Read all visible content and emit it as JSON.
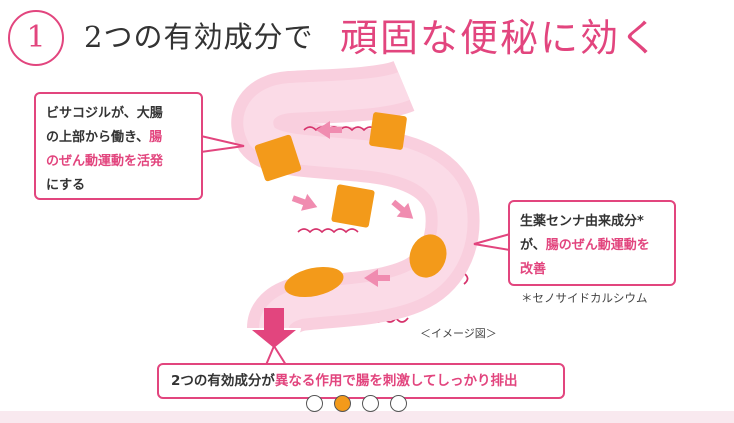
{
  "header": {
    "number": "1",
    "title_part1": "2つの有効成分で",
    "title_part2": "頑固な便秘に効く"
  },
  "callout_left": {
    "lines": [
      {
        "parts": [
          {
            "text": "ビサコジルが、大腸",
            "style": "normal"
          }
        ]
      },
      {
        "parts": [
          {
            "text": "の上部から働き、",
            "style": "normal"
          },
          {
            "text": "腸",
            "style": "pink"
          }
        ]
      },
      {
        "parts": [
          {
            "text": "のぜん動運動を活発",
            "style": "pink"
          }
        ]
      },
      {
        "parts": [
          {
            "text": "にする",
            "style": "normal"
          }
        ]
      }
    ]
  },
  "callout_right": {
    "lines": [
      {
        "parts": [
          {
            "text": "生薬センナ由来成分*",
            "style": "normal"
          }
        ]
      },
      {
        "parts": [
          {
            "text": "が、",
            "style": "normal"
          },
          {
            "text": "腸のぜん動運動を",
            "style": "pink"
          }
        ]
      },
      {
        "parts": [
          {
            "text": "改善",
            "style": "pink"
          }
        ]
      }
    ]
  },
  "footnote": "＊セノサイドカルシウム",
  "image_label": "＜イメージ図＞",
  "callout_bottom": {
    "parts": [
      {
        "text": "2つの有効成分が",
        "style": "normal"
      },
      {
        "text": "異なる作用で腸を刺激してしっかり排出",
        "style": "pink"
      }
    ]
  },
  "carousel": {
    "count": 4,
    "active_index": 1
  },
  "colors": {
    "accent": "#e2457e",
    "intestine_fill": "#f9cfde",
    "intestine_outline": "#d6336c",
    "stool": "#f39a1a",
    "arrow": "#f08cb0"
  }
}
